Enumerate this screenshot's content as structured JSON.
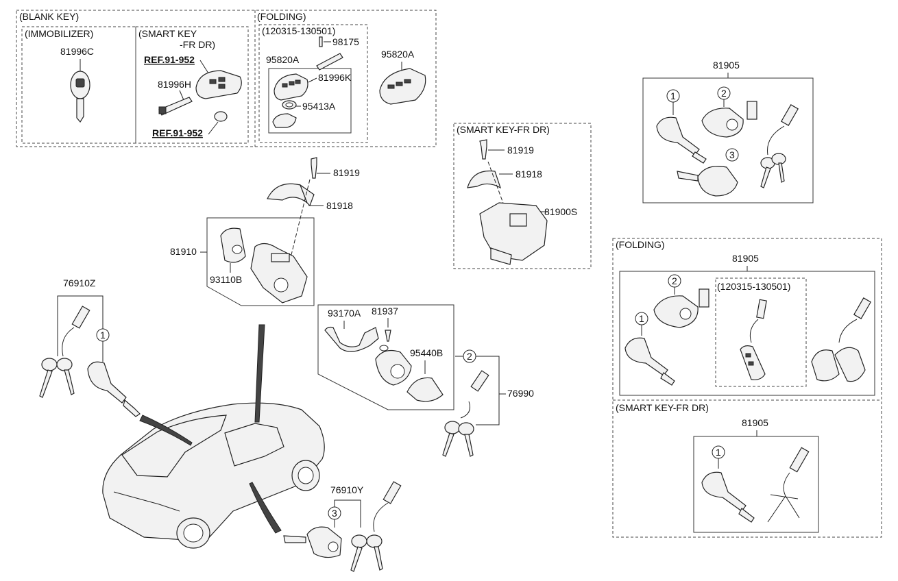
{
  "sections": {
    "blank_key": "(BLANK KEY)",
    "immobilizer": "(IMMOBILIZER)",
    "smart_key_line1": "(SMART KEY",
    "smart_key_line2": "-FR DR)",
    "folding_top": "(FOLDING)",
    "date_range_top": "(120315-130501)",
    "smart_key_fr_dr_mid": "(SMART KEY-FR DR)",
    "folding_right": "(FOLDING)",
    "date_range_right": "(120315-130501)",
    "smart_key_fr_dr_right": "(SMART KEY-FR DR)"
  },
  "parts": {
    "p81996C": "81996C",
    "ref_top": "REF.91-952",
    "p81996H": "81996H",
    "ref_bottom": "REF.91-952",
    "p98175": "98175",
    "p95820A_a": "95820A",
    "p81996K": "81996K",
    "p95413A": "95413A",
    "p95820A_b": "95820A",
    "p81919_a": "81919",
    "p81918_a": "81918",
    "p81910": "81910",
    "p93110B": "93110B",
    "p76910Z": "76910Z",
    "p93170A": "93170A",
    "p81937": "81937",
    "p95440B": "95440B",
    "p76990": "76990",
    "p76910Y": "76910Y",
    "p81919_b": "81919",
    "p81918_b": "81918",
    "p81900S": "81900S",
    "p81905_a": "81905",
    "p81905_b": "81905",
    "p81905_c": "81905"
  },
  "callouts": {
    "one": "1",
    "two": "2",
    "three": "3"
  }
}
